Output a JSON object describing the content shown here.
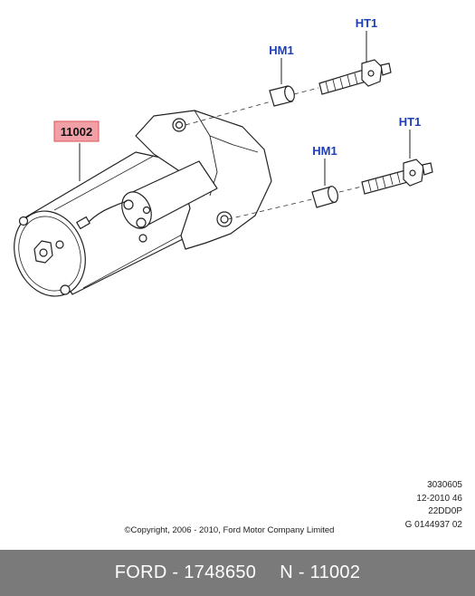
{
  "callouts": {
    "main_part": "11002",
    "hm1_top": "HM1",
    "ht1_top": "HT1",
    "hm1_bottom": "HM1",
    "ht1_bottom": "HT1"
  },
  "colors": {
    "callout_text": "#1f3fb8",
    "part_box_fill": "#f2a0a8",
    "footer_bg": "#7a7a7a"
  },
  "codes": [
    "3030605",
    "12-2010 46",
    "22DD0P",
    "G 0144937 02"
  ],
  "copyright": "©Copyright, 2006 - 2010, Ford Motor Company Limited",
  "footer": {
    "brand_part": "FORD - 1748650",
    "ref": "N - 11002"
  }
}
